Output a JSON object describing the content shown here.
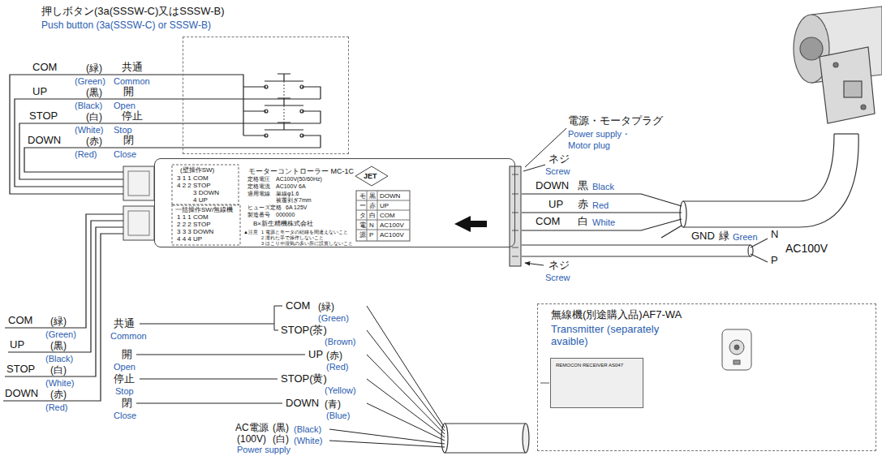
{
  "diagram": {
    "nodes": [
      {
        "text": [
          "押しボタン(3a(SSSW-C)又はSSSW-B)",
          "Push button (3a(SSSW-C) or SSSW-B)"
        ]
      },
      {
        "text": [
          "モーターコントローラー MC-1C"
        ]
      },
      {
        "text": [
          "無線機(別途購入品)AF7-WA",
          "Transmitter (separately avaible)"
        ]
      },
      {
        "text": [
          "REMOCON RECEIVER AS047"
        ],
        "in": 2
      }
    ],
    "labels": [
      "COM",
      "(緑)",
      "共通",
      "(Green)",
      "Common",
      "UP",
      "(黒)",
      "開",
      "(Black)",
      "Open",
      "STOP",
      "(白)",
      "停止",
      "(White)",
      "Stop",
      "DOWN",
      "(赤)",
      "閉",
      "(Red)",
      "Close",
      "COM",
      "(緑)",
      "(Green)",
      "UP",
      "(黒)",
      "(Black)",
      "STOP",
      "(白)",
      "(White)",
      "DOWN",
      "(赤)",
      "(Red)",
      "共通",
      "Common",
      "開",
      "Open",
      "停止",
      "Stop",
      "閉",
      "Close",
      "COM",
      "(緑)",
      "(Green)",
      "STOP(茶)",
      "(Brown)",
      "UP",
      "(赤)",
      "(Red)",
      "STOP(黄)",
      "(Yellow)",
      "DOWN",
      "(青)",
      "(Blue)",
      "AC電源",
      "(黒)",
      "(Black)",
      "(100V)",
      "(白)",
      "(White)",
      "Power supply",
      "(壁操作SW)",
      "3 1 1 COM",
      "4 2 2 STOP",
      "3 DOWN",
      "4 UP",
      "一括操作SW/無線機",
      "1 1 1 COM",
      "2 2 2 STOP",
      "3 3 3 DOWN",
      "4 4 4 UP",
      "定格電圧",
      "AC100V(50/60Hz)",
      "定格電流",
      "AC100V 6A",
      "適用電線",
      "単線φ1.6",
      "被覆剥ぎ7mm",
      "ヒューズ定格",
      "6A 125V",
      "製造番号",
      "000000",
      "B×新生精機株式会社",
      "▲注意",
      "1 電源とモータの結線を間違えないこと",
      "2 濡れた手で操作しないこと",
      "3 ほこりや湿気の多い所に設置しないこと",
      "JET",
      "モ",
      "黒",
      "DOWN",
      "ー",
      "赤",
      "UP",
      "タ",
      "白",
      "COM",
      "電",
      "N",
      "AC100V",
      "源",
      "P",
      "AC100V",
      "電源・モータプラグ",
      "Power supply・",
      "Motor plug",
      "ネジ",
      "Screw",
      "DOWN",
      "黒",
      "Black",
      "UP",
      "赤",
      "Red",
      "COM",
      "白",
      "White",
      "GND",
      "緑",
      "Green",
      "N",
      "P",
      "AC100V",
      "ネジ",
      "Screw"
    ]
  }
}
